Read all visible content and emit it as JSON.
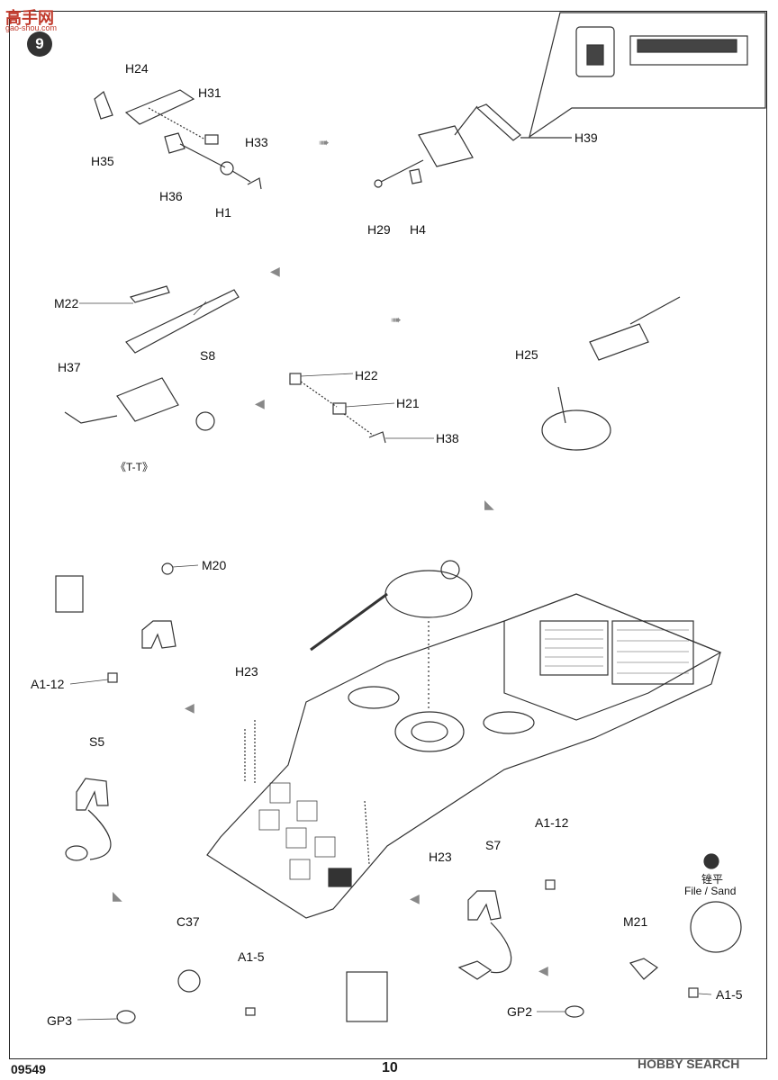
{
  "header": {
    "watermark_cn": "高手网",
    "watermark_url": "gao-shou.com",
    "step_number": "9"
  },
  "labels": {
    "h24": "H24",
    "h31": "H31",
    "h35": "H35",
    "h33": "H33",
    "h36": "H36",
    "h1": "H1",
    "h39": "H39",
    "h29": "H29",
    "h4": "H4",
    "m22": "M22",
    "s8": "S8",
    "h37": "H37",
    "tt": "《T-T》",
    "h22": "H22",
    "h21": "H21",
    "h38": "H38",
    "h25": "H25",
    "m20": "M20",
    "a1_12_left": "A1-12",
    "s5": "S5",
    "h23_top": "H23",
    "h23_bottom": "H23",
    "a1_12_right": "A1-12",
    "s7": "S7",
    "file_cn": "锉平",
    "file_en": "File / Sand",
    "c37": "C37",
    "a1_5_left": "A1-5",
    "gp3": "GP3",
    "m21": "M21",
    "gp2": "GP2",
    "a1_5_right": "A1-5"
  },
  "footer": {
    "kit_number": "09549",
    "page_number": "10",
    "source": "HOBBY SEARCH"
  }
}
